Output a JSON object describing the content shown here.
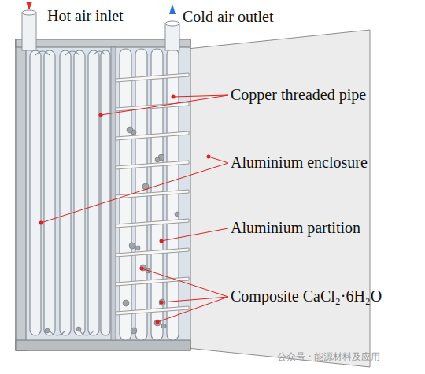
{
  "diagram": {
    "labels": [
      "Hot air inlet",
      "Cold air outlet",
      "Copper threaded pipe",
      "Aluminium enclosure",
      "Aluminium partition",
      "Composite CaCl₂·6H₂O",
      "公众号 · 能源材料及应用"
    ]
  }
}
